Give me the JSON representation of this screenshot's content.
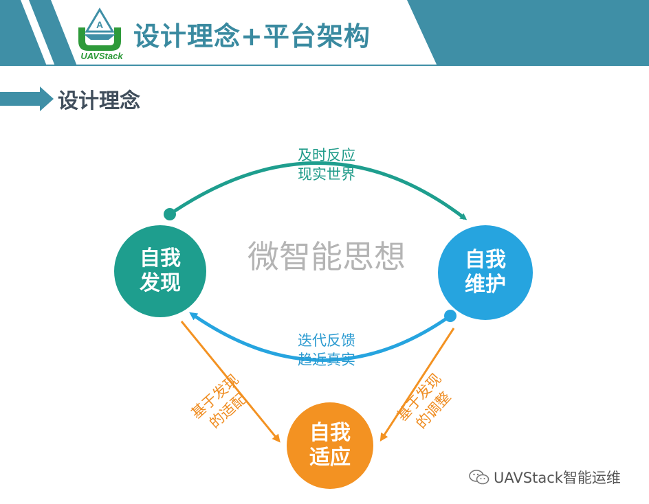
{
  "header": {
    "title": "设计理念+平台架构",
    "logo_text": "UAVStack"
  },
  "section": {
    "title": "设计理念"
  },
  "diagram": {
    "center_text": "微智能思想",
    "nodes": {
      "discover": [
        "自我",
        "发现"
      ],
      "maintain": [
        "自我",
        "维护"
      ],
      "adapt": [
        "自我",
        "适应"
      ]
    },
    "labels": {
      "top": [
        "及时反应",
        "现实世界"
      ],
      "middle": [
        "迭代反馈",
        "趋近真实"
      ],
      "left": [
        "基于发现",
        "的适配"
      ],
      "right": [
        "基于发现",
        "的调整"
      ]
    },
    "colors": {
      "teal": "#1e9e8e",
      "blue": "#26a4df",
      "orange": "#f39222",
      "header": "#3f8fa6",
      "center_text": "#b4b4b4"
    }
  },
  "watermark": {
    "text": "UAVStack智能运维",
    "icon": "wechat-icon"
  }
}
